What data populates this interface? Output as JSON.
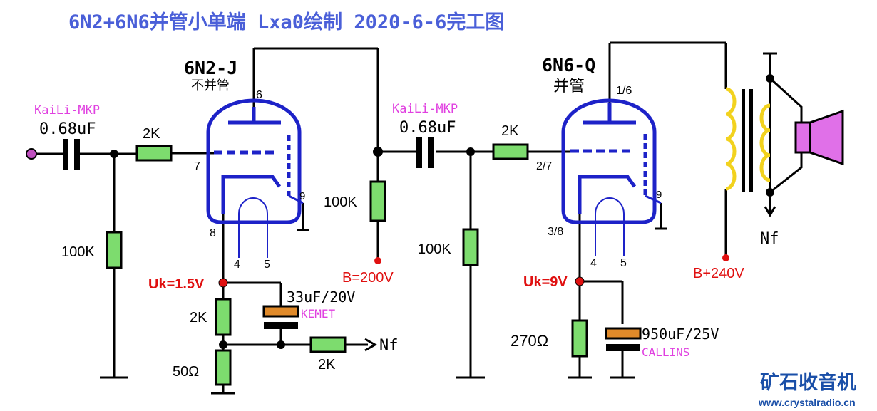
{
  "title": "6N2+6N6并管小单端  Lxa0绘制  2020-6-6完工图",
  "stage1": {
    "tube_name": "6N2-J",
    "tube_note": "不并管",
    "pin_plate": "6",
    "pin_grid": "7",
    "pin_cathode": "8",
    "pin_heater_a": "4",
    "pin_heater_b": "5",
    "pin_shield": "9",
    "cap_brand": "KaiLi-MKP",
    "cap_value": "0.68uF",
    "grid_resistor": "2K",
    "leak_resistor": "100K",
    "cathode_voltage": "Uk=1.5V",
    "cathode_resistor": "2K",
    "feedback_resistor": "50Ω",
    "bypass_cap": "33uF/20V",
    "bypass_brand": "KEMET",
    "nf_resistor": "2K",
    "nf_label": "Nf",
    "plate_load": "100K",
    "supply": "B=200V"
  },
  "stage2": {
    "tube_name": "6N6-Q",
    "tube_note": "并管",
    "pin_plate": "1/6",
    "pin_grid": "2/7",
    "pin_cathode": "3/8",
    "pin_heater_a": "4",
    "pin_heater_b": "5",
    "pin_shield": "9",
    "cap_brand": "KaiLi-MKP",
    "cap_value": "0.68uF",
    "grid_resistor": "2K",
    "leak_resistor": "100K",
    "cathode_voltage": "Uk=9V",
    "cathode_resistor": "270Ω",
    "bypass_cap": "950uF/25V",
    "bypass_brand": "CALLINS",
    "supply": "B+240V",
    "nf_label": "Nf"
  },
  "logo": {
    "name": "矿石收音机",
    "url": "www.crystalradio.cn"
  },
  "colors": {
    "title": "#4a5fd8",
    "tube": "#1d22c8",
    "wire": "#000000",
    "resistor": "#7ddc6e",
    "cap_bar": "#e08a2a",
    "coil": "#f2d21e",
    "node_red": "#e01010",
    "label_red": "#e01010",
    "brand": "#e040e0",
    "speaker": "#e070e8",
    "input_dot": "#c050c0"
  }
}
